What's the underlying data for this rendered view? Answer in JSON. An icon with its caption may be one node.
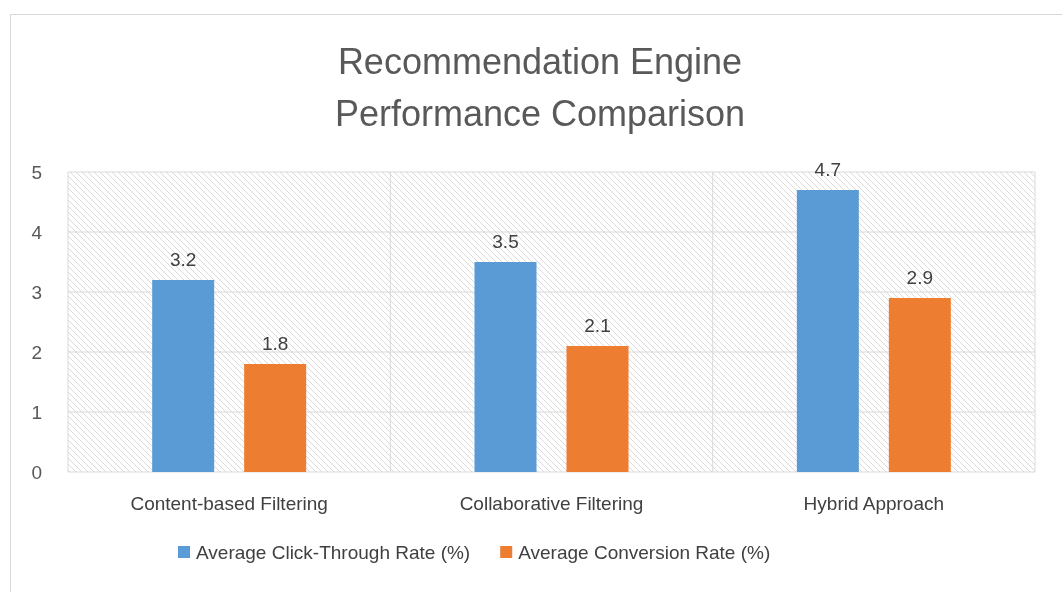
{
  "diagram": {
    "chart_data": {
      "type": "bar",
      "title": "Recommendation Engine Performance Comparison",
      "categories": [
        "Content-based Filtering",
        "Collaborative Filtering",
        "Hybrid Approach"
      ],
      "series": [
        {
          "name": "Average Click-Through Rate (%)",
          "color": "#5b9bd5",
          "values": [
            3.2,
            3.5,
            4.7
          ]
        },
        {
          "name": "Average Conversion Rate (%)",
          "color": "#ed7d31",
          "values": [
            1.8,
            2.1,
            2.9
          ]
        }
      ],
      "ylim": [
        0,
        5
      ],
      "yticks": [
        0,
        1,
        2,
        3,
        4,
        5
      ],
      "data_labels": true,
      "grid": true,
      "legend": "bottom"
    }
  }
}
